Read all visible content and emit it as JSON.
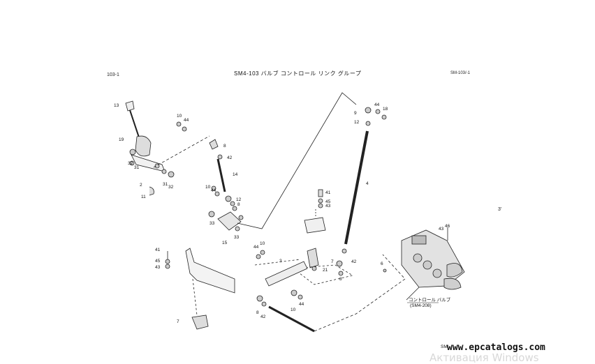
{
  "header": {
    "left_code": "103-1",
    "title": "SM4-103  バルブ コントロール リンク グループ",
    "right_code": "SM-103/-1",
    "corner_mark": "3'"
  },
  "callouts": {
    "c13": "13",
    "c19": "19",
    "c32a": "32",
    "c31a": "31",
    "c2": "2",
    "c11": "11",
    "c31b": "31",
    "c32b": "32",
    "c10a": "10",
    "c44a": "44",
    "c8a": "8",
    "c42a": "42",
    "c14": "14",
    "c10b": "10",
    "c44b": "44",
    "c12a": "12",
    "c8b": "8",
    "c33a": "33",
    "c33b": "33",
    "c15": "15",
    "c9": "9",
    "c44c": "44",
    "c18": "18",
    "c12b": "12",
    "c4": "4",
    "c41a": "41",
    "c45a": "45",
    "c43a": "43",
    "c7a": "7",
    "c21": "21",
    "c42b": "42",
    "c8c": "8",
    "c6": "6",
    "c43b": "43",
    "c46": "46",
    "c41b": "41",
    "c45b": "45",
    "c43c": "43",
    "c44d": "44",
    "c10c": "10",
    "c3": "3",
    "c44e": "44",
    "c10d": "10",
    "c8d": "8",
    "c42c": "42",
    "c7b": "7"
  },
  "valve_label": {
    "name": "コントロール バルブ",
    "ref": "(SM4-208)"
  },
  "bottom_small": "SM",
  "watermark": "www.epcatalogs.com",
  "activation": "Активация Windows"
}
